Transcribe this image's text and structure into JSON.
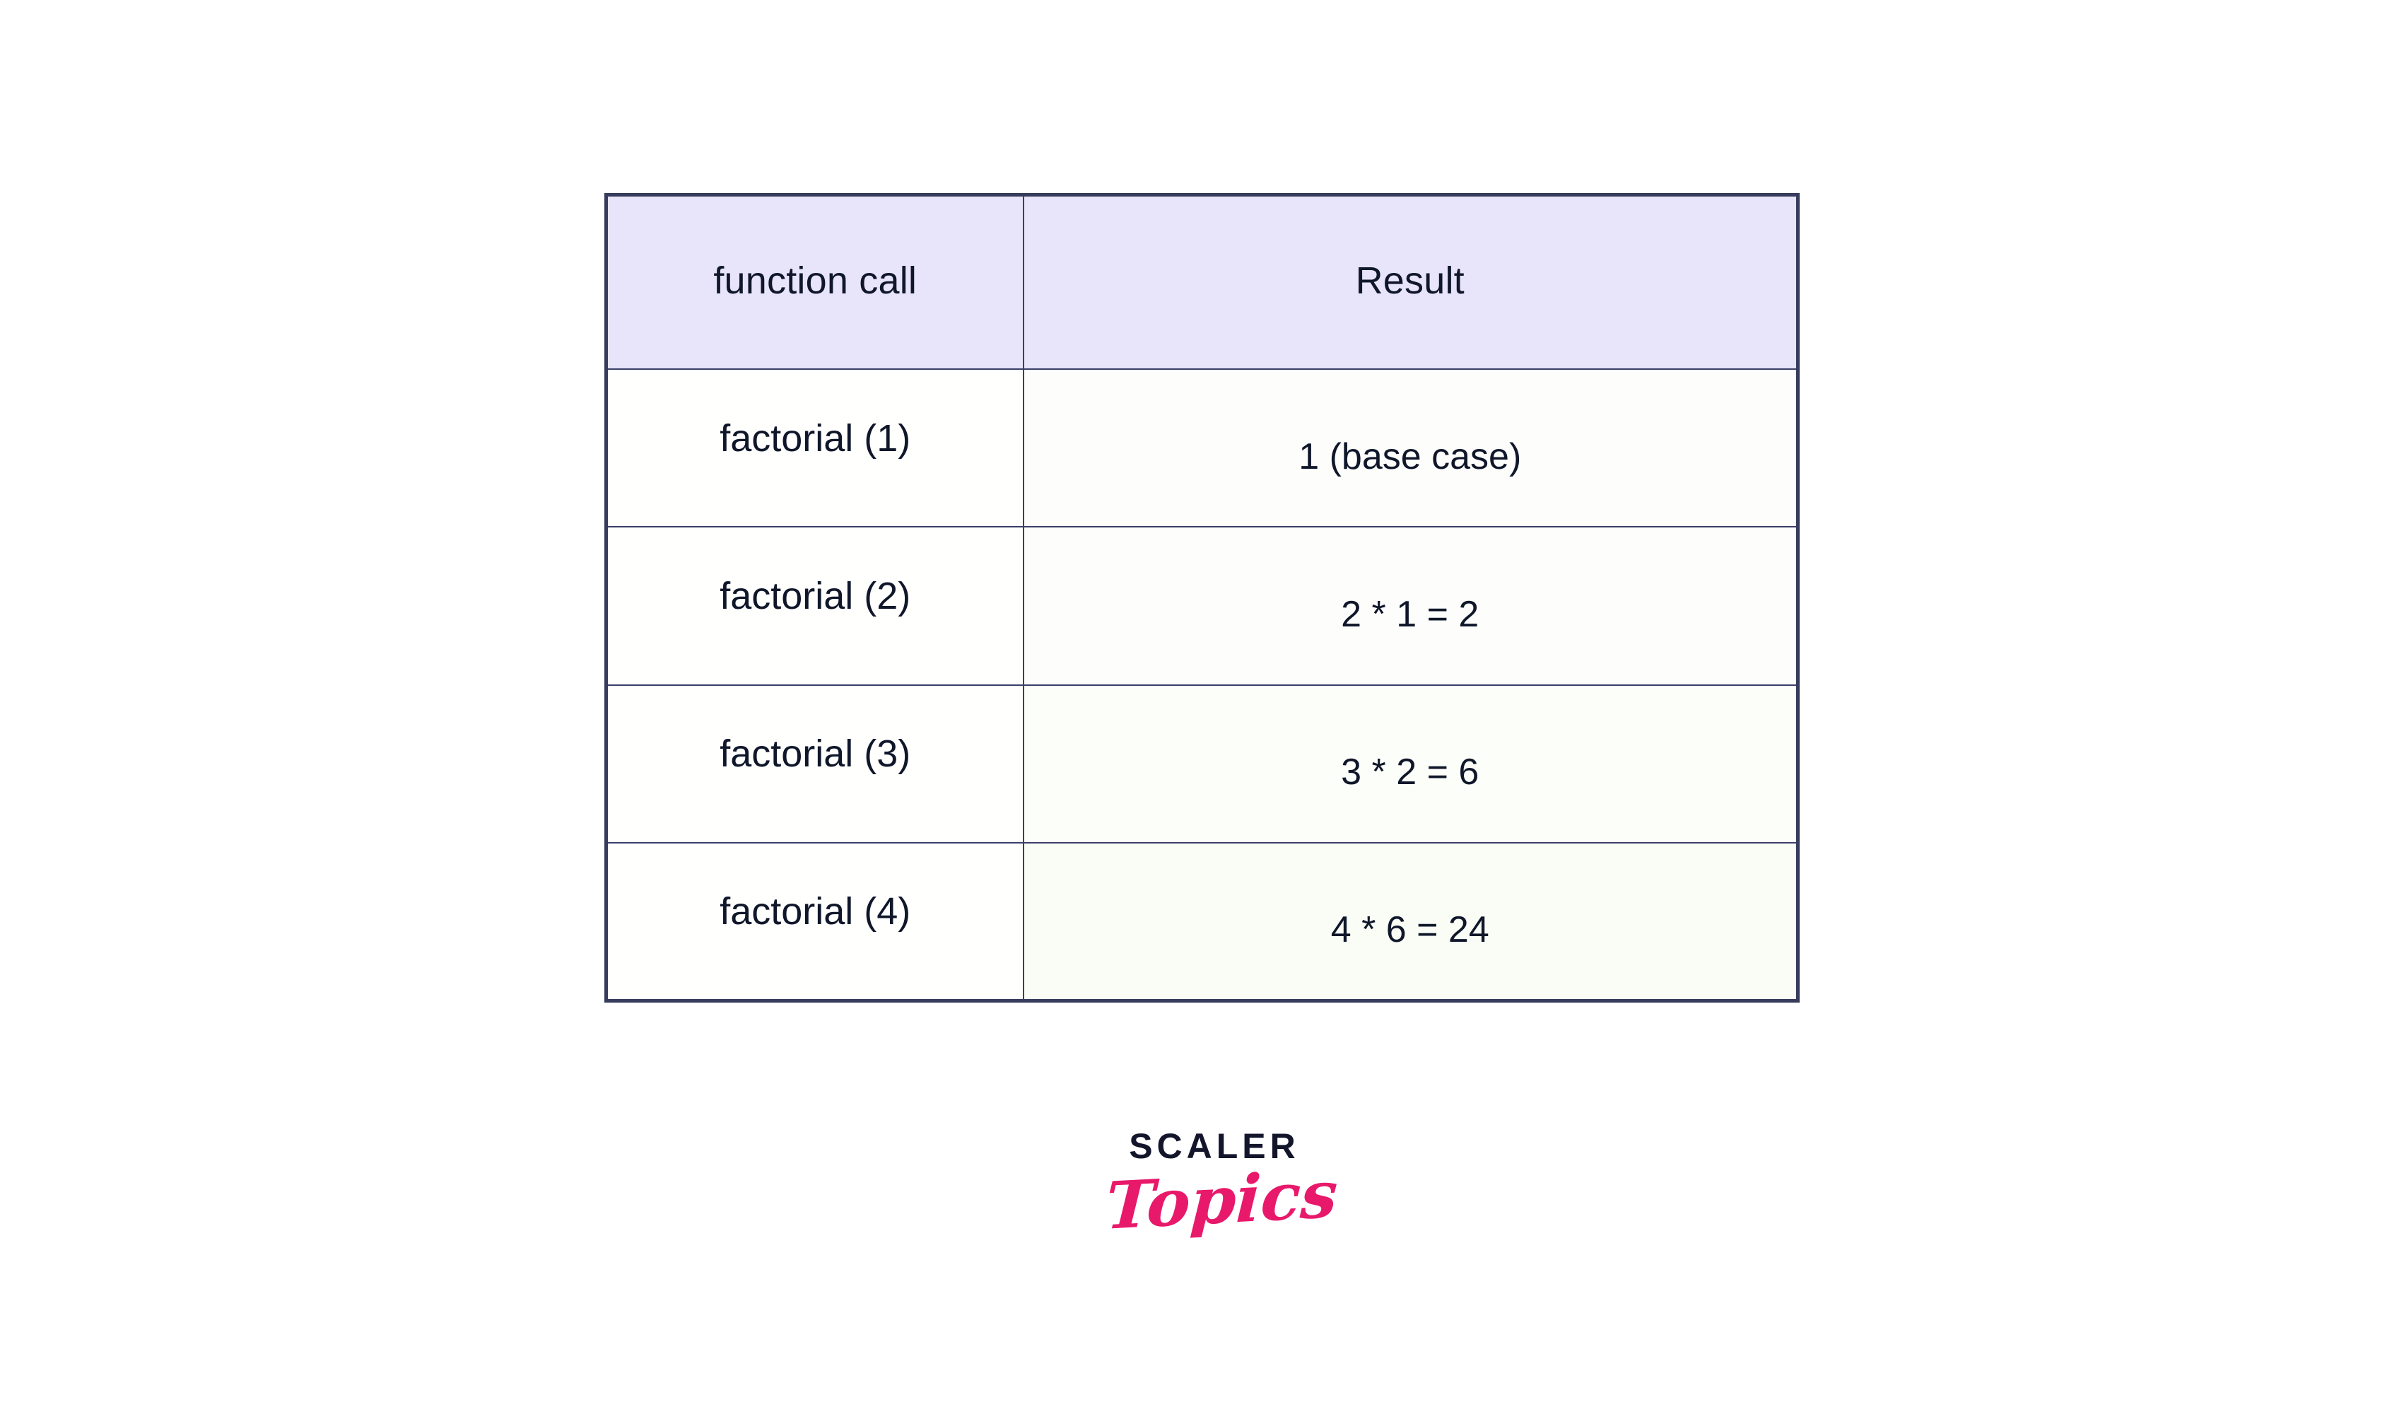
{
  "page": {
    "background": "#FFFFFF"
  },
  "colors": {
    "table_border": "#373B5C",
    "header_background": "#E8E4F9",
    "text": "#10172A",
    "logo_dark": "#13162B",
    "logo_pink": "#E8196B",
    "body_cell_background": "#FDFEFB"
  },
  "table": {
    "columns": [
      {
        "key": "function_call",
        "label": "function call"
      },
      {
        "key": "result",
        "label": "Result"
      }
    ],
    "rows": [
      {
        "function_call": "factorial (1)",
        "result": "1 (base case)"
      },
      {
        "function_call": "factorial (2)",
        "result": "2 * 1 = 2"
      },
      {
        "function_call": "factorial (3)",
        "result": "3 * 2 = 6"
      },
      {
        "function_call": "factorial (4)",
        "result": "4 * 6 = 24"
      }
    ]
  },
  "logo": {
    "primary": "SCALER",
    "secondary": "Topics"
  }
}
